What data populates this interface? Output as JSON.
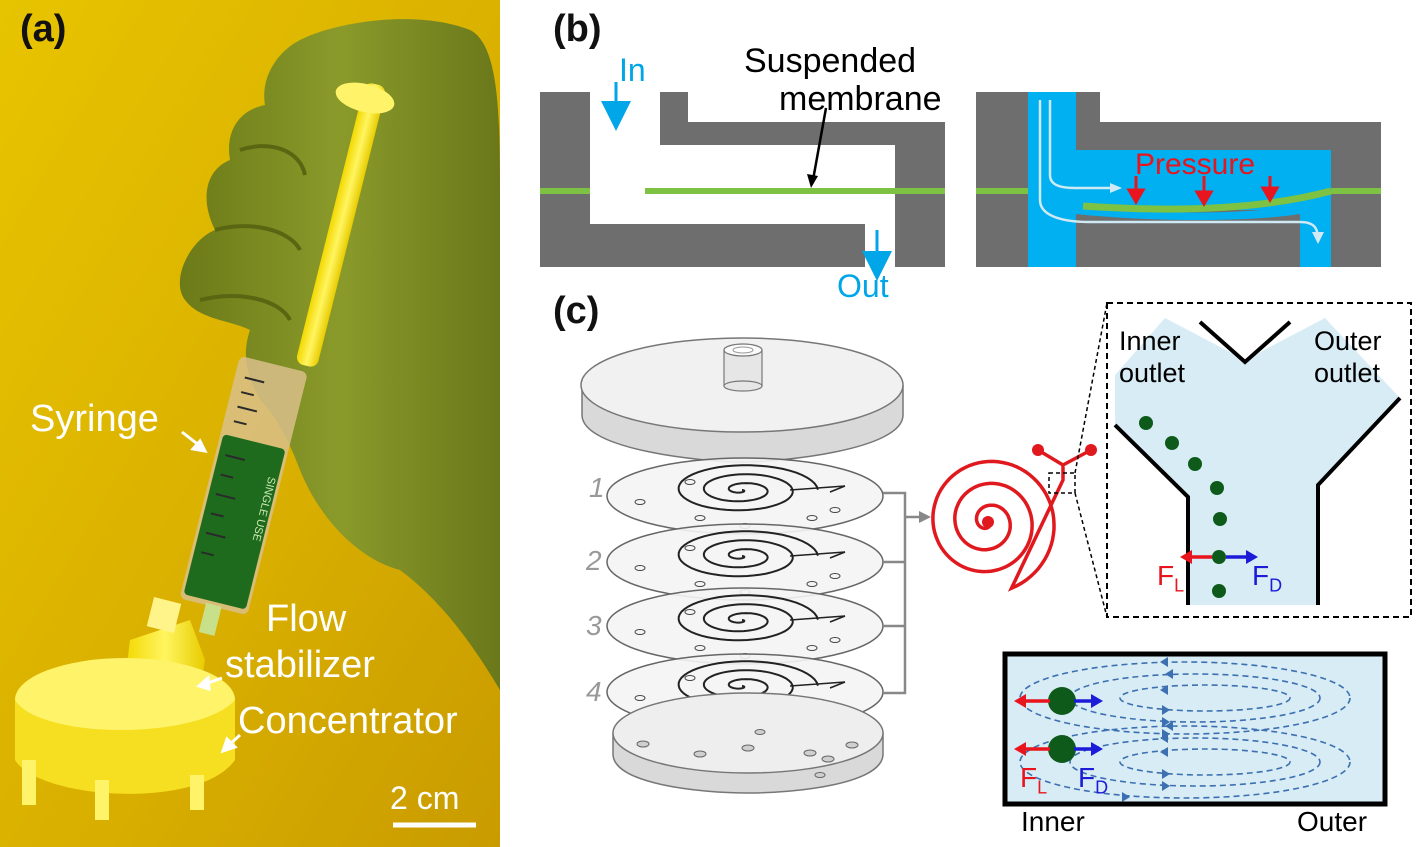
{
  "panels": {
    "a": {
      "label": "(a)",
      "callouts": {
        "syringe": "Syringe",
        "flow_stabilizer_line1": "Flow",
        "flow_stabilizer_line2": "stabilizer",
        "concentrator": "Concentrator",
        "syringe_print": "SINGLE USE"
      },
      "scale_bar": "2 cm"
    },
    "b": {
      "label": "(b)",
      "inlet": "In",
      "outlet": "Out",
      "membrane_line1": "Suspended",
      "membrane_line2": "membrane",
      "pressure": "Pressure"
    },
    "c": {
      "label": "(c)",
      "layers": [
        "1",
        "2",
        "3",
        "4"
      ],
      "zoom": {
        "inner_outlet_line1": "Inner",
        "inner_outlet_line2": "outlet",
        "outer_outlet_line1": "Outer",
        "outer_outlet_line2": "outlet",
        "lift_force": "F",
        "lift_sub": "L",
        "drag_force": "F",
        "drag_sub": "D"
      },
      "cross_section": {
        "inner": "Inner",
        "outer": "Outer",
        "lift_force": "F",
        "lift_sub": "L",
        "drag_force": "F",
        "drag_sub": "D"
      }
    }
  },
  "colors": {
    "photo_bg": "#e0b800",
    "glove": "#7a8a20",
    "plastic": "#fff04a",
    "liquid": "#1e6b1e",
    "channel_wall": "#6e6e6e",
    "membrane": "#7dc242",
    "fluid": "#00b0f0",
    "text_blue": "#00a6e8",
    "arrow_red": "#e8141e",
    "arrow_blue": "#1c1cd8",
    "spiral_red": "#e0191e",
    "zoom_fill": "#d8ecf6",
    "particle": "#0e5a1a"
  }
}
